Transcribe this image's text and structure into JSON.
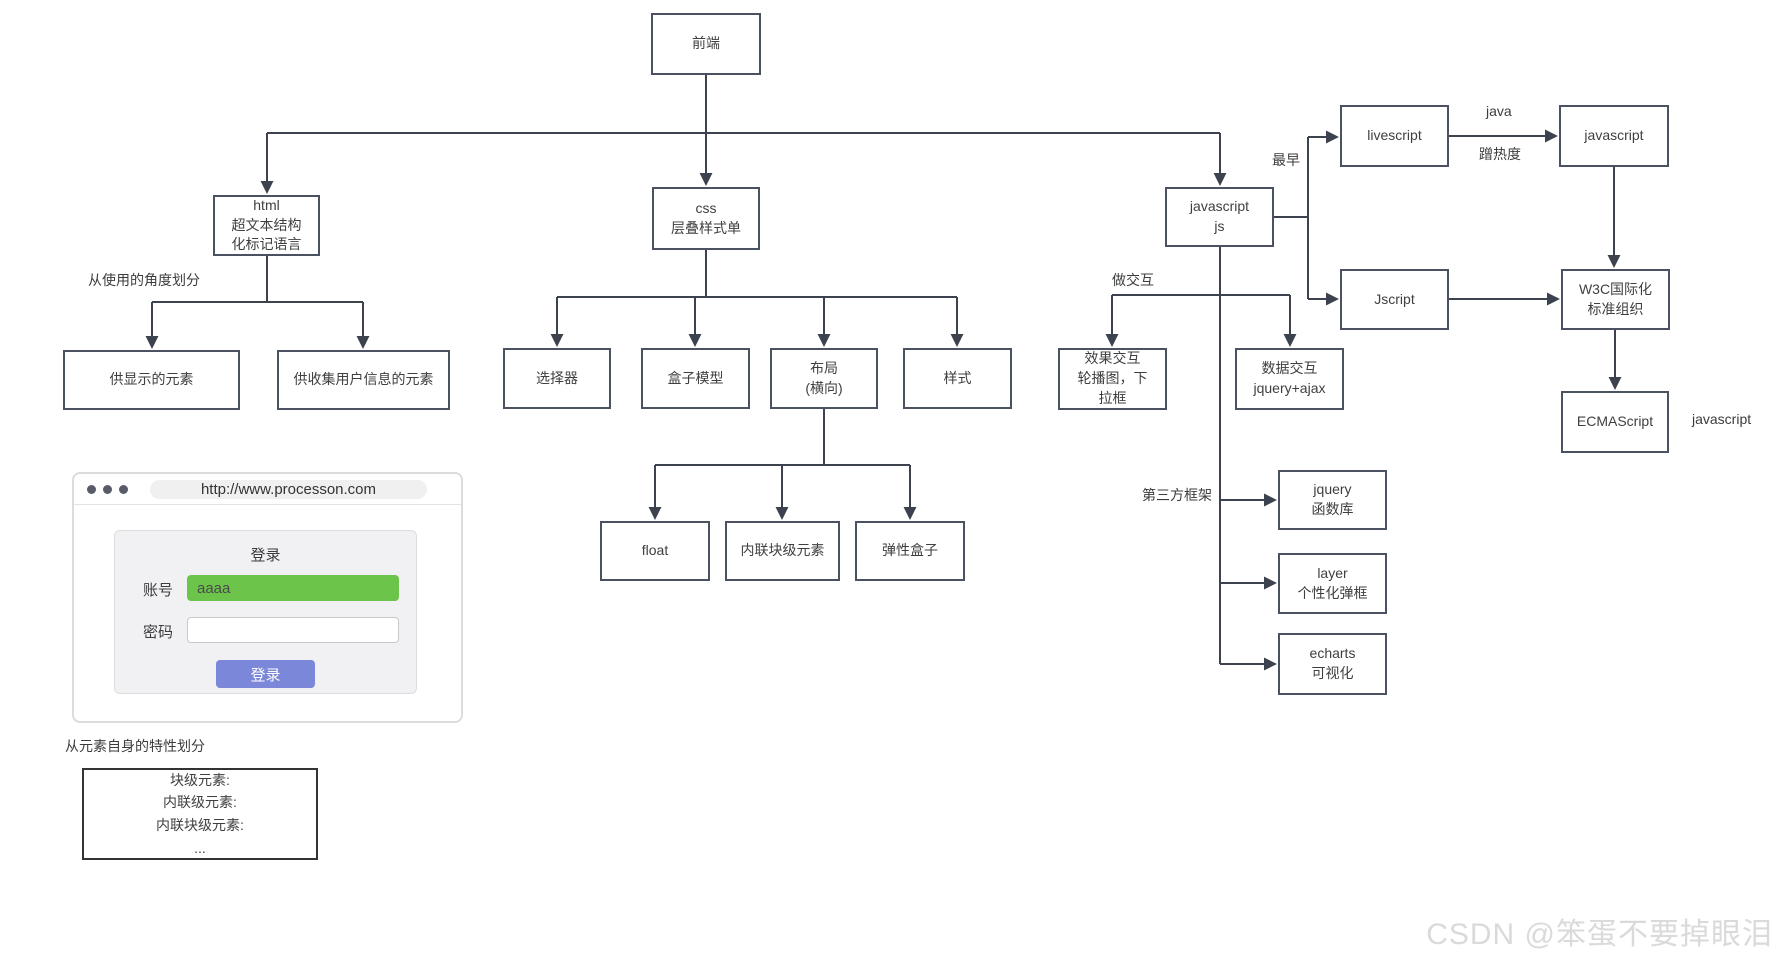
{
  "diagram": {
    "nodes": {
      "qianduan": "前端",
      "html": "html\n超文本结构\n化标记语言",
      "css": "css\n层叠样式单",
      "js": "javascript\njs",
      "display_elements": "供显示的元素",
      "collect_elements": "供收集用户信息的元素",
      "selector": "选择器",
      "box_model": "盒子模型",
      "layout": "布局\n(横向)",
      "style": "样式",
      "float": "float",
      "inline_block": "内联块级元素",
      "flex_box": "弹性盒子",
      "effect_interaction": "效果交互\n轮播图，下\n拉框",
      "data_interaction": "数据交互\njquery+ajax",
      "jquery": "jquery\n函数库",
      "layer": "layer\n个性化弹框",
      "echarts": "echarts\n可视化",
      "livescript": "livescript",
      "javascript": "javascript",
      "jscript": "Jscript",
      "w3c": "W3C国际化\n标准组织",
      "ecmascript": "ECMAScript",
      "element_feature": "块级元素:\n内联级元素:\n内联块级元素:\n..."
    },
    "labels": {
      "usage_angle": "从使用的角度划分",
      "do_interaction": "做交互",
      "earliest": "最早",
      "java": "java",
      "ride_heat": "蹭热度",
      "third_party": "第三方框架",
      "javascript_note": "javascript",
      "element_feature_title": "从元素自身的特性划分"
    }
  },
  "browser": {
    "url": "http://www.processon.com",
    "login": {
      "title": "登录",
      "account_label": "账号",
      "account_value": "aaaa",
      "password_label": "密码",
      "submit_label": "登录"
    }
  },
  "watermark": "CSDN @笨蛋不要掉眼泪",
  "colors": {
    "box_border": "#4a5160",
    "line": "#3d434e",
    "accent_green": "#6dc44a",
    "accent_purple": "#7b87d8"
  }
}
